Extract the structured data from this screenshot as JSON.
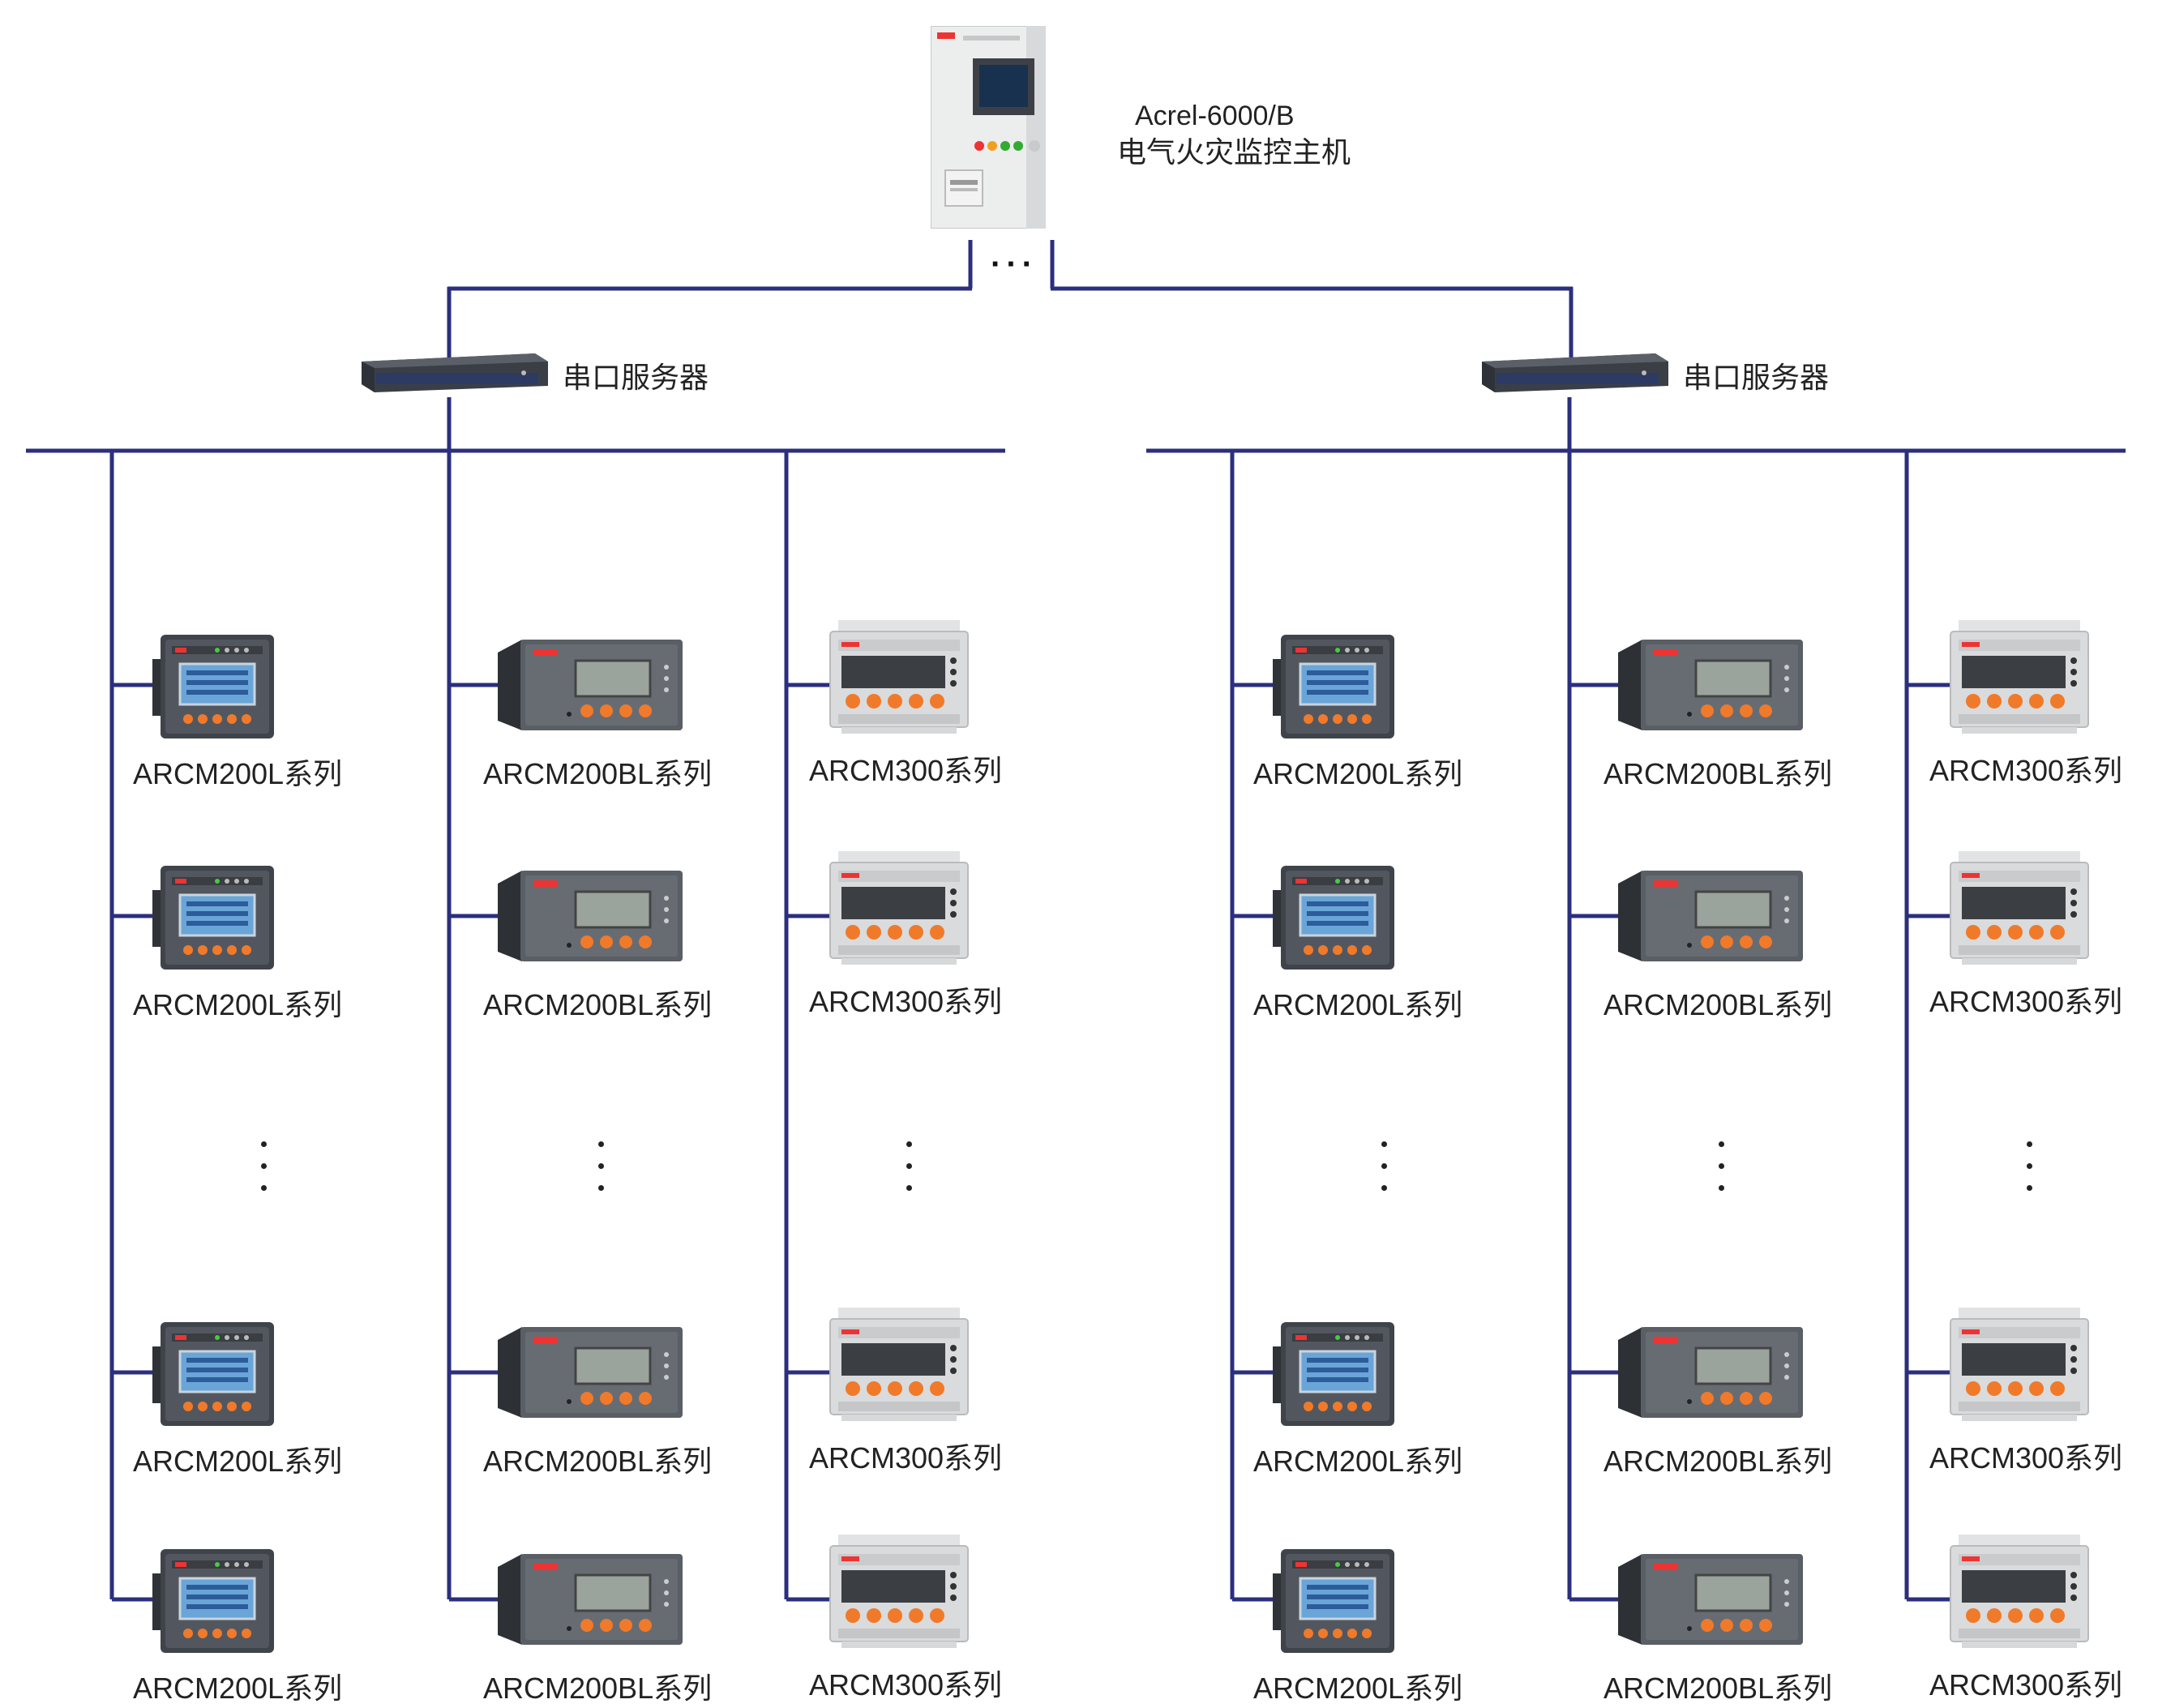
{
  "host": {
    "model": "Acrel-6000/B",
    "name": "电气火灾监控主机",
    "brand": "Acrel",
    "image": "fire-monitoring-host-cabinet"
  },
  "connector_dots": "···",
  "servers": [
    {
      "label": "串口服务器",
      "image": "serial-server-device"
    },
    {
      "label": "串口服务器",
      "image": "serial-server-device"
    }
  ],
  "groups": [
    {
      "columns": [
        {
          "device_type": "arcm200l",
          "labels": [
            "ARCM200L系列",
            "ARCM200L系列",
            "ARCM200L系列",
            "ARCM200L系列"
          ]
        },
        {
          "device_type": "arcm200bl",
          "labels": [
            "ARCM200BL系列",
            "ARCM200BL系列",
            "ARCM200BL系列",
            "ARCM200BL系列"
          ]
        },
        {
          "device_type": "arcm300",
          "labels": [
            "ARCM300系列",
            "ARCM300系列",
            "ARCM300系列",
            "ARCM300系列"
          ]
        }
      ]
    },
    {
      "columns": [
        {
          "device_type": "arcm200l",
          "labels": [
            "ARCM200L系列",
            "ARCM200L系列",
            "ARCM200L系列",
            "ARCM200L系列"
          ]
        },
        {
          "device_type": "arcm200bl",
          "labels": [
            "ARCM200BL系列",
            "ARCM200BL系列",
            "ARCM200BL系列",
            "ARCM200BL系列"
          ]
        },
        {
          "device_type": "arcm300",
          "labels": [
            "ARCM300系列",
            "ARCM300系列",
            "ARCM300系列",
            "ARCM300系列"
          ]
        }
      ]
    }
  ],
  "colors": {
    "bus_line": "#2b2f7e",
    "device_dark": "#4a4f57",
    "device_light": "#d8dadb",
    "button_orange": "#f07a2a",
    "screen_blue": "#6aa5d8",
    "screen_gray": "#9aa39c",
    "cabinet": "#ededee"
  }
}
